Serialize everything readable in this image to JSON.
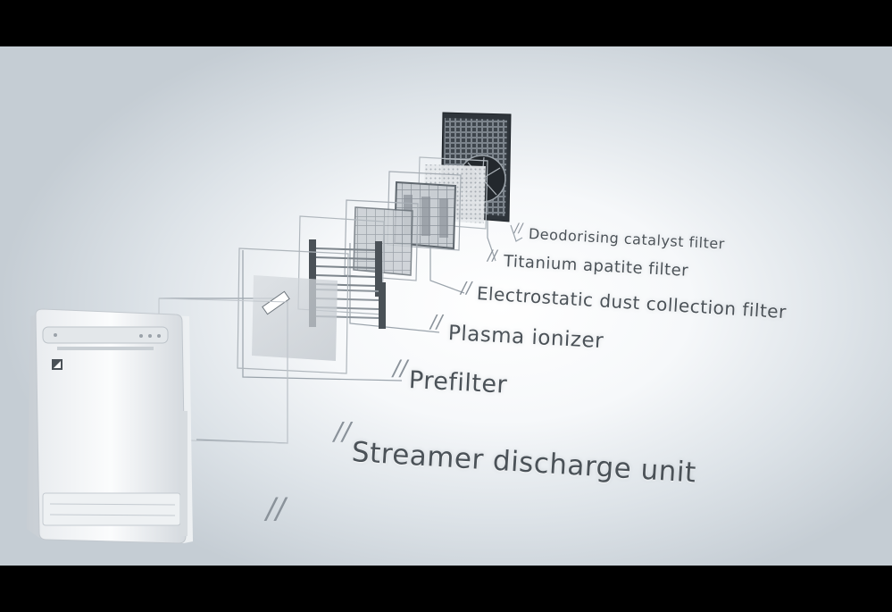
{
  "components": [
    {
      "id": "deodorising",
      "label": "Deodorising catalyst filter"
    },
    {
      "id": "titanium",
      "label": "Titanium apatite filter"
    },
    {
      "id": "electrostatic",
      "label": "Electrostatic dust collection filter"
    },
    {
      "id": "plasma",
      "label": "Plasma ionizer"
    },
    {
      "id": "prefilter",
      "label": "Prefilter"
    },
    {
      "id": "streamer",
      "label": "Streamer discharge unit"
    }
  ],
  "icons": {
    "brand_logo": "daikin-logo-icon",
    "slash_marker": "double-slash-icon"
  },
  "colors": {
    "label_text": "#4b5258",
    "leader_line": "#9aa3ab",
    "letterbox": "#000000"
  }
}
